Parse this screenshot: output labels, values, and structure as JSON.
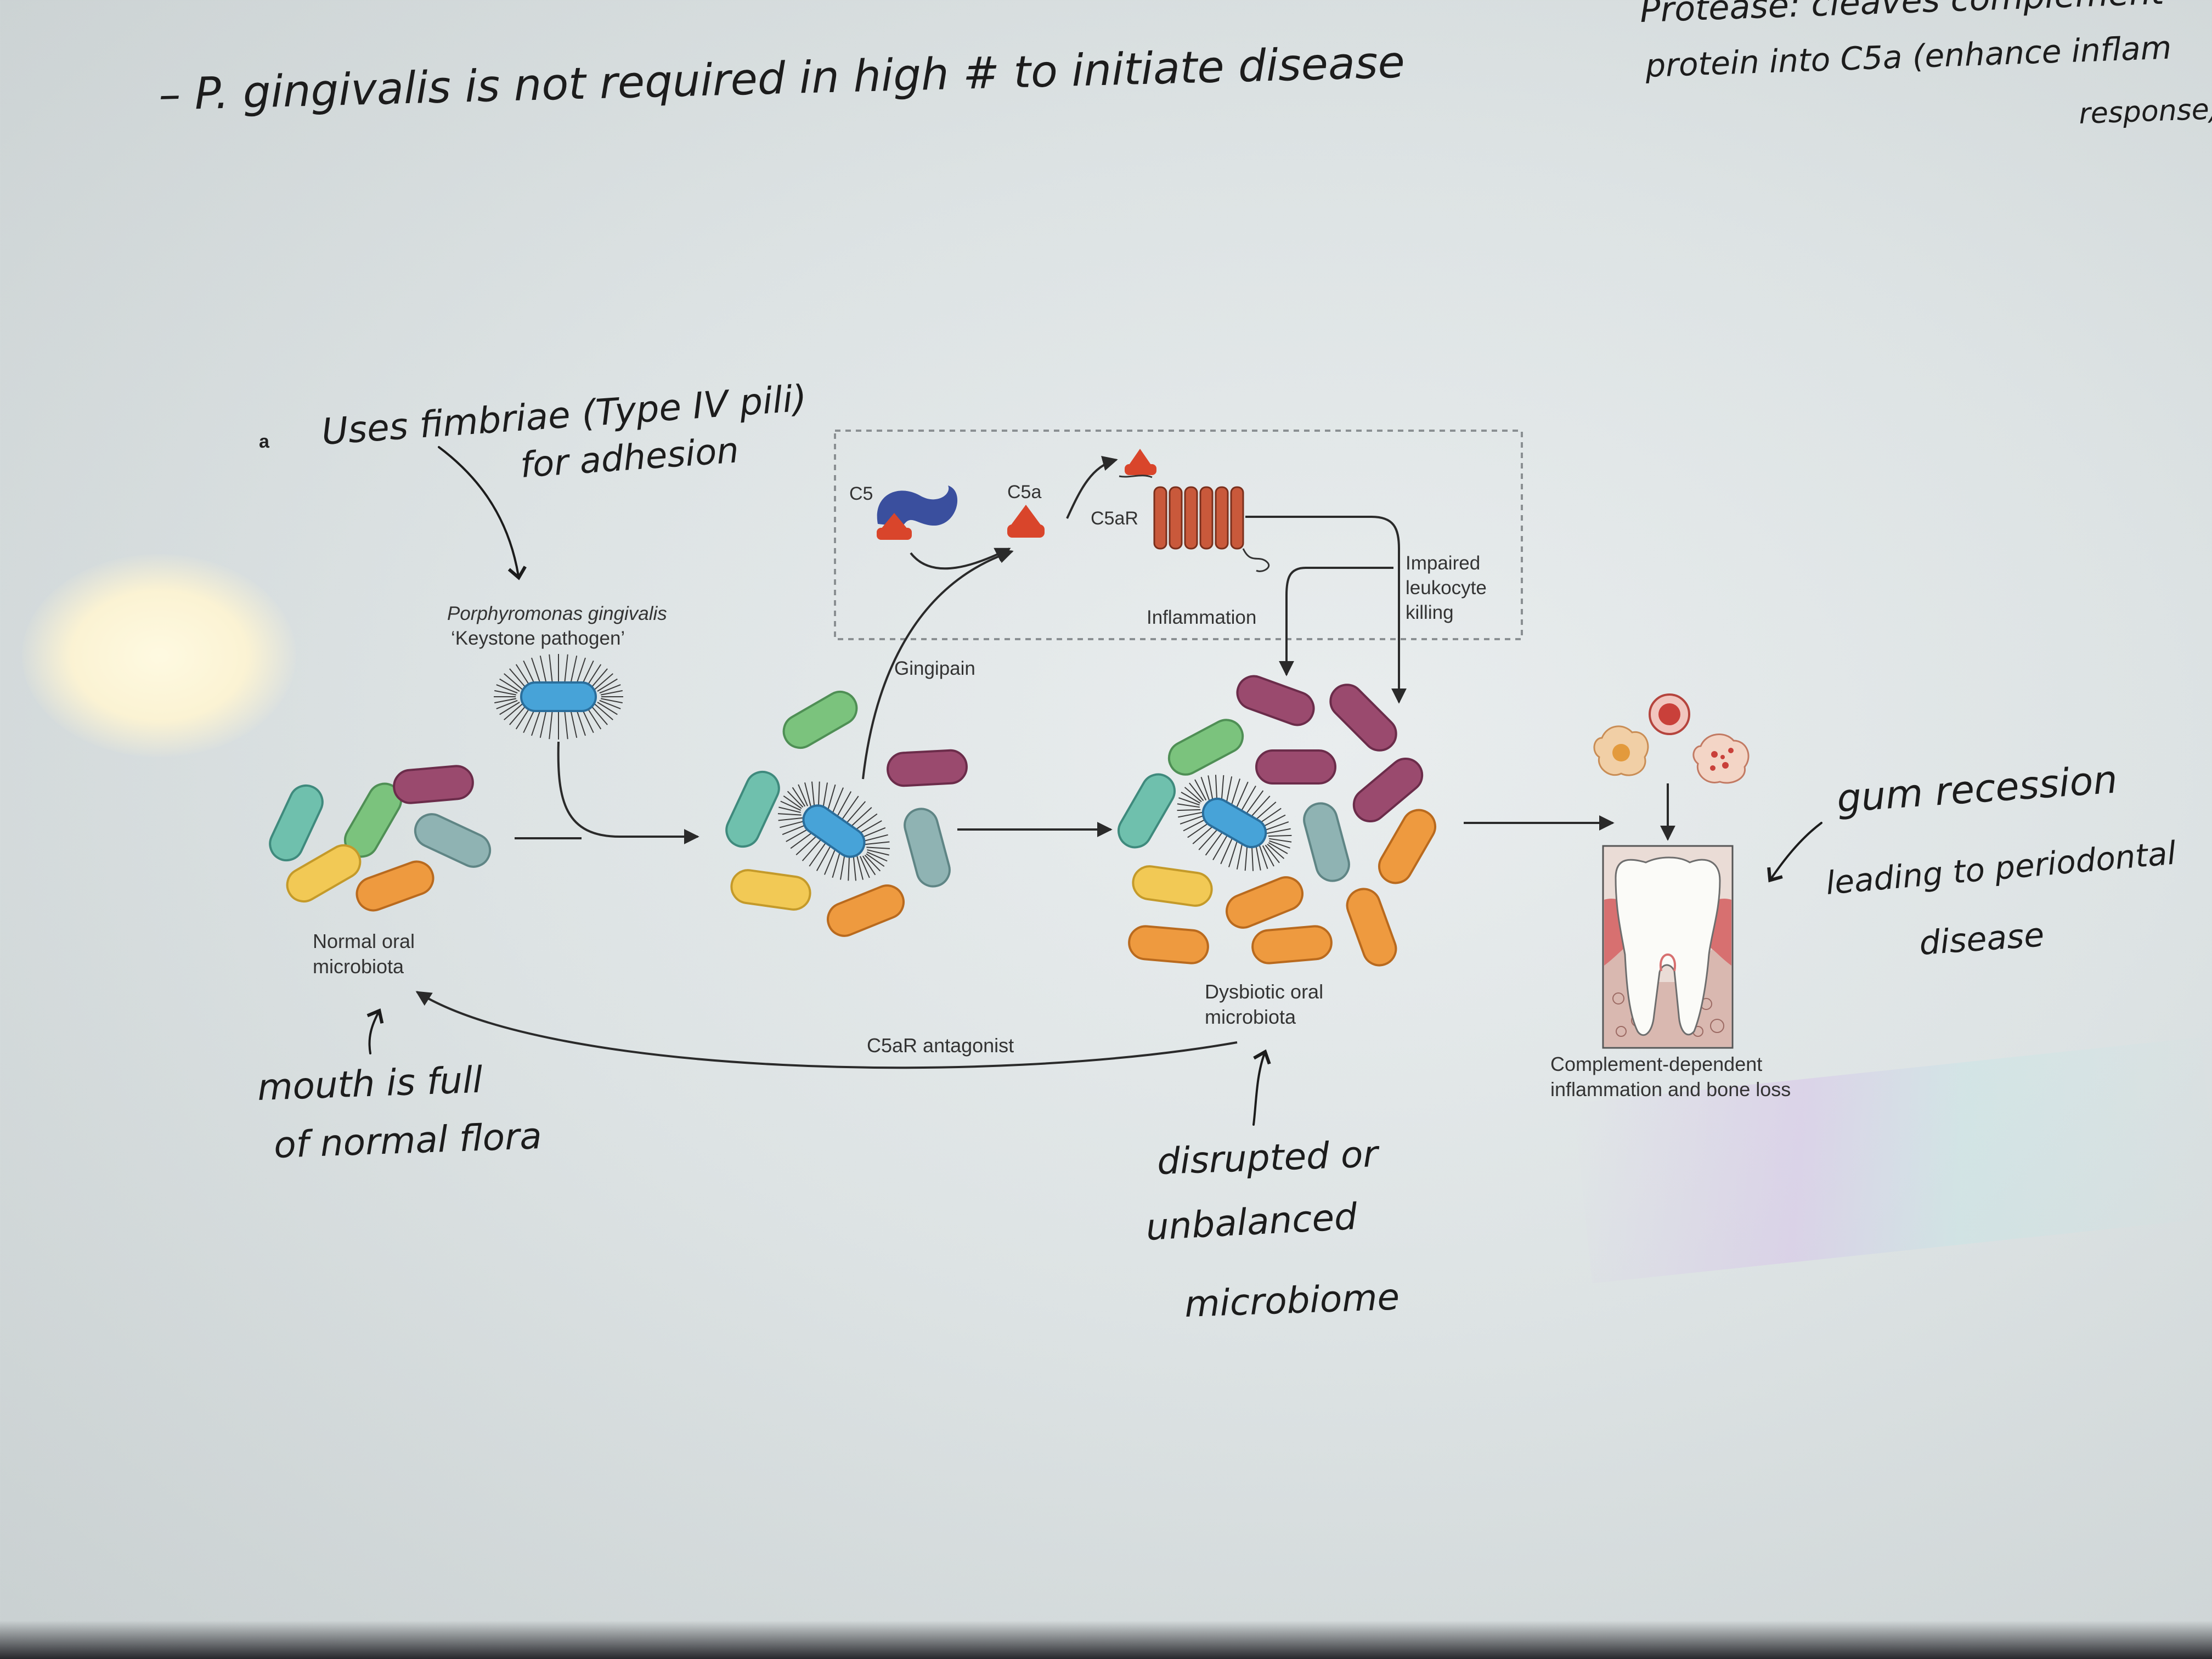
{
  "panel_letter": "a",
  "labels": {
    "c5": "C5",
    "c5a": "C5a",
    "c5ar": "C5aR",
    "inflammation": "Inflammation",
    "impaired": [
      "Impaired",
      "leukocyte",
      "killing"
    ],
    "gingipain": "Gingipain",
    "pathogen_name": "Porphyromonas gingivalis",
    "pathogen_role": "‘Keystone pathogen’",
    "normal": [
      "Normal oral",
      "microbiota"
    ],
    "dysbiotic": [
      "Dysbiotic oral",
      "microbiota"
    ],
    "antagonist": "C5aR antagonist",
    "outcome": [
      "Complement-dependent",
      "inflammation and bone loss"
    ]
  },
  "handwritten": {
    "top_note": "– P. gingivalis is not required in high # to initiate disease",
    "top_right": [
      "Protease: cleaves complement",
      "protein into C5a (enhance inflam",
      "response)"
    ],
    "fimbriae": [
      "Uses fimbriae (Type IV pili)",
      "for adhesion"
    ],
    "normal_flora": [
      "mouth is full",
      "of normal flora"
    ],
    "disrupted": [
      "disrupted or",
      "unbalanced",
      "microbiome"
    ],
    "gum": [
      "gum recession",
      "leading to periodontal",
      "disease"
    ]
  },
  "colors": {
    "ink": "#1c1c1c",
    "c5_blue": "#3a4f9e",
    "c5a_red": "#d9452b",
    "receptor": "#c9593b",
    "pathogen_blue": "#47a3d8"
  }
}
